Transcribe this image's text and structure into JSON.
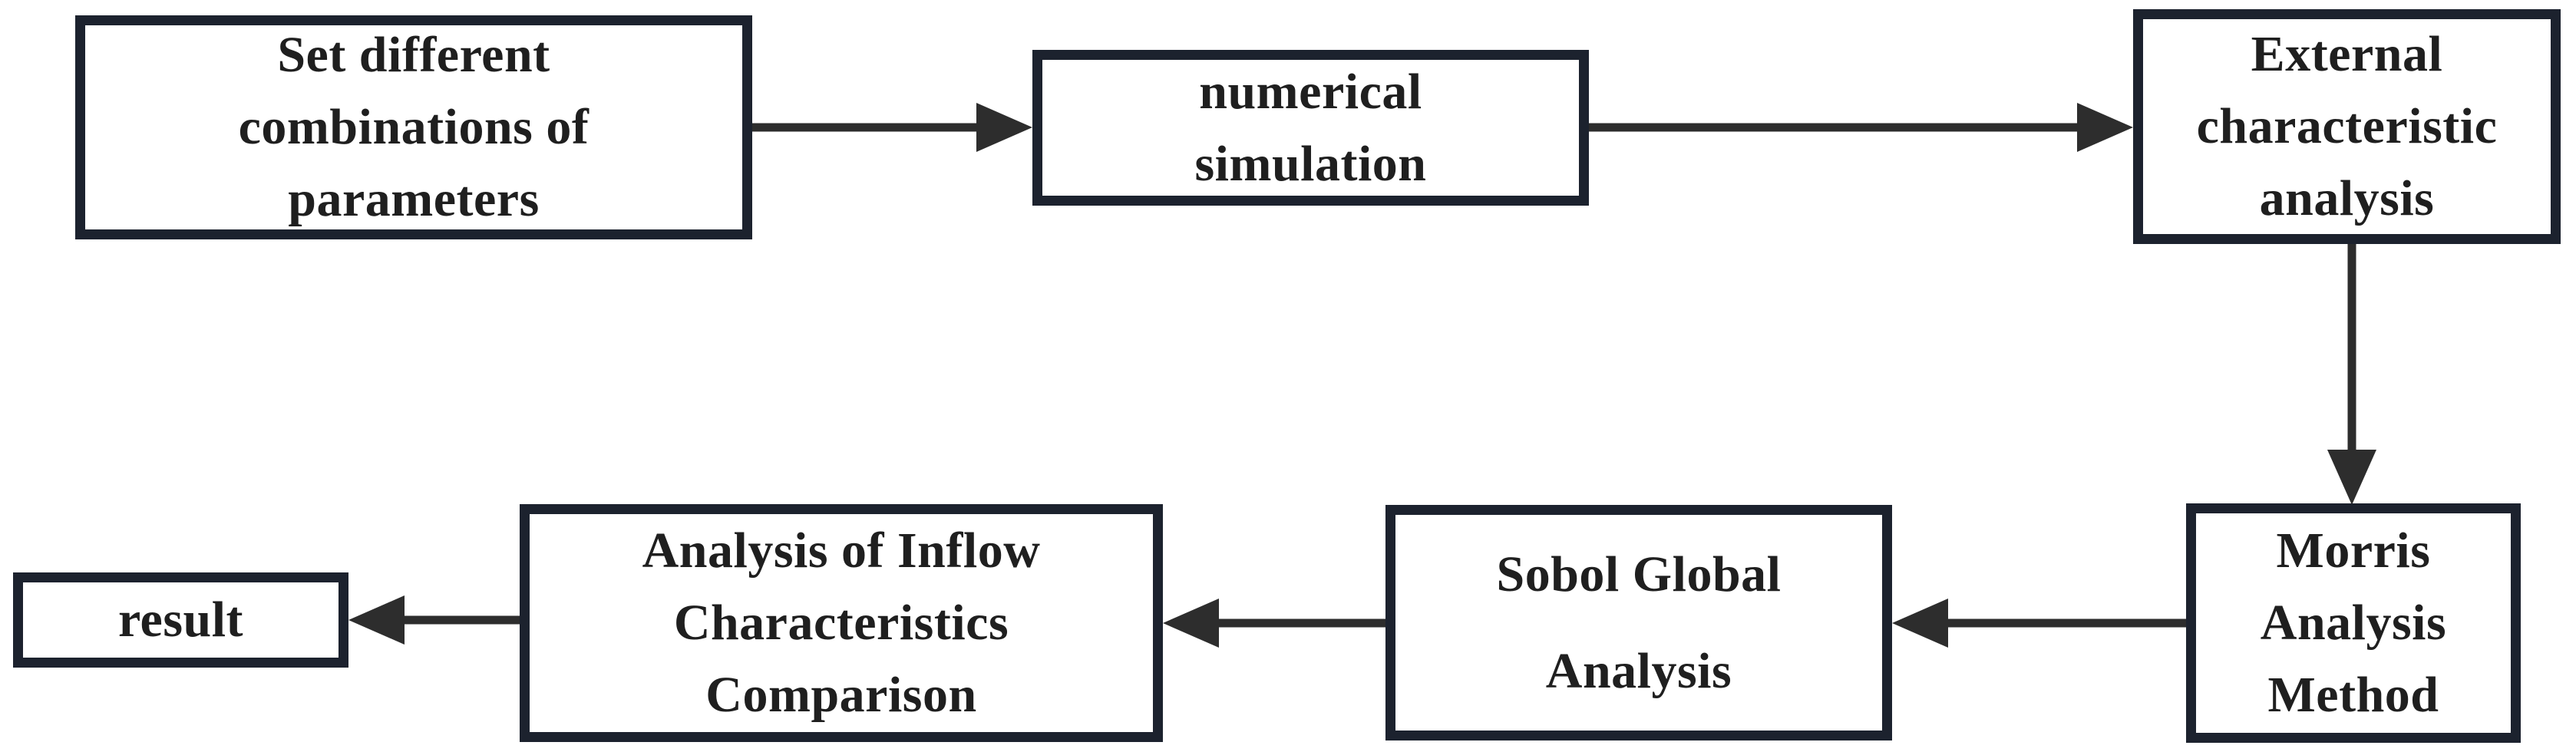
{
  "diagram": {
    "type": "flowchart",
    "colors": {
      "node_border": "#1c222e",
      "node_fill": "#ffffff",
      "text": "#1f1f1f",
      "arrow": "#2d2d2d",
      "canvas_bg": "#ffffff"
    },
    "nodes": {
      "set_parameters": {
        "label": "Set different combinations of parameters",
        "lines": [
          "Set different",
          "combinations of",
          "parameters"
        ]
      },
      "numerical_simulation": {
        "label": "numerical simulation",
        "lines": [
          "numerical",
          "simulation"
        ]
      },
      "external_characteristic_analysis": {
        "label": "External characteristic analysis",
        "lines": [
          "External",
          "characteristic",
          "analysis"
        ]
      },
      "morris_analysis_method": {
        "label": "Morris Analysis Method",
        "lines": [
          "Morris",
          "Analysis",
          "Method"
        ]
      },
      "sobol_global_analysis": {
        "label": "Sobol Global Analysis",
        "lines": [
          "Sobol Global",
          "Analysis"
        ]
      },
      "inflow_characteristics_comparison": {
        "label": "Analysis of Inflow Characteristics Comparison",
        "lines": [
          "Analysis of Inflow",
          "Characteristics",
          "Comparison"
        ]
      },
      "result": {
        "label": "result",
        "lines": [
          "result"
        ]
      }
    },
    "edges": [
      {
        "from": "set_parameters",
        "to": "numerical_simulation"
      },
      {
        "from": "numerical_simulation",
        "to": "external_characteristic_analysis"
      },
      {
        "from": "external_characteristic_analysis",
        "to": "morris_analysis_method"
      },
      {
        "from": "morris_analysis_method",
        "to": "sobol_global_analysis"
      },
      {
        "from": "sobol_global_analysis",
        "to": "inflow_characteristics_comparison"
      },
      {
        "from": "inflow_characteristics_comparison",
        "to": "result"
      }
    ]
  }
}
